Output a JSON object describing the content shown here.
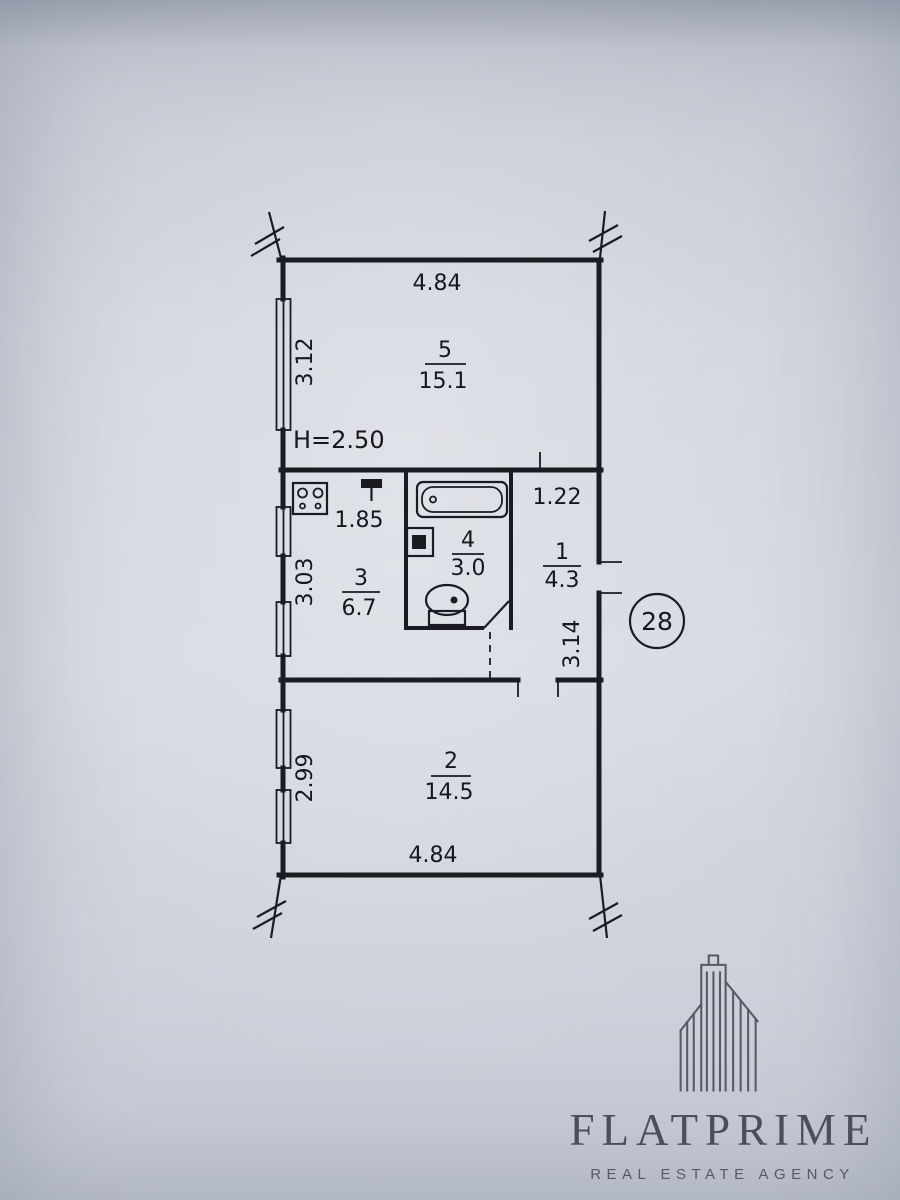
{
  "plan": {
    "ceiling_height": "H=2.50",
    "apartment_number": "28",
    "rooms": {
      "r5": {
        "number": "5",
        "area": "15.1"
      },
      "r3": {
        "number": "3",
        "area": "6.7"
      },
      "r4": {
        "number": "4",
        "area": "3.0"
      },
      "r1": {
        "number": "1",
        "area": "4.3"
      },
      "r2": {
        "number": "2",
        "area": "14.5"
      }
    },
    "dimensions": {
      "top_width": "4.84",
      "room5_depth": "3.12",
      "kitchen_width": "1.85",
      "kitchen_depth": "3.03",
      "hall_width": "1.22",
      "hall_depth": "3.14",
      "room2_depth": "2.99",
      "bottom_width": "4.84"
    }
  },
  "logo": {
    "brand": "FLATPRIME",
    "tagline": "REAL ESTATE AGENCY"
  },
  "colors": {
    "paper": "#d3d7de",
    "ink": "#1b1b22",
    "logo": "#545962"
  }
}
